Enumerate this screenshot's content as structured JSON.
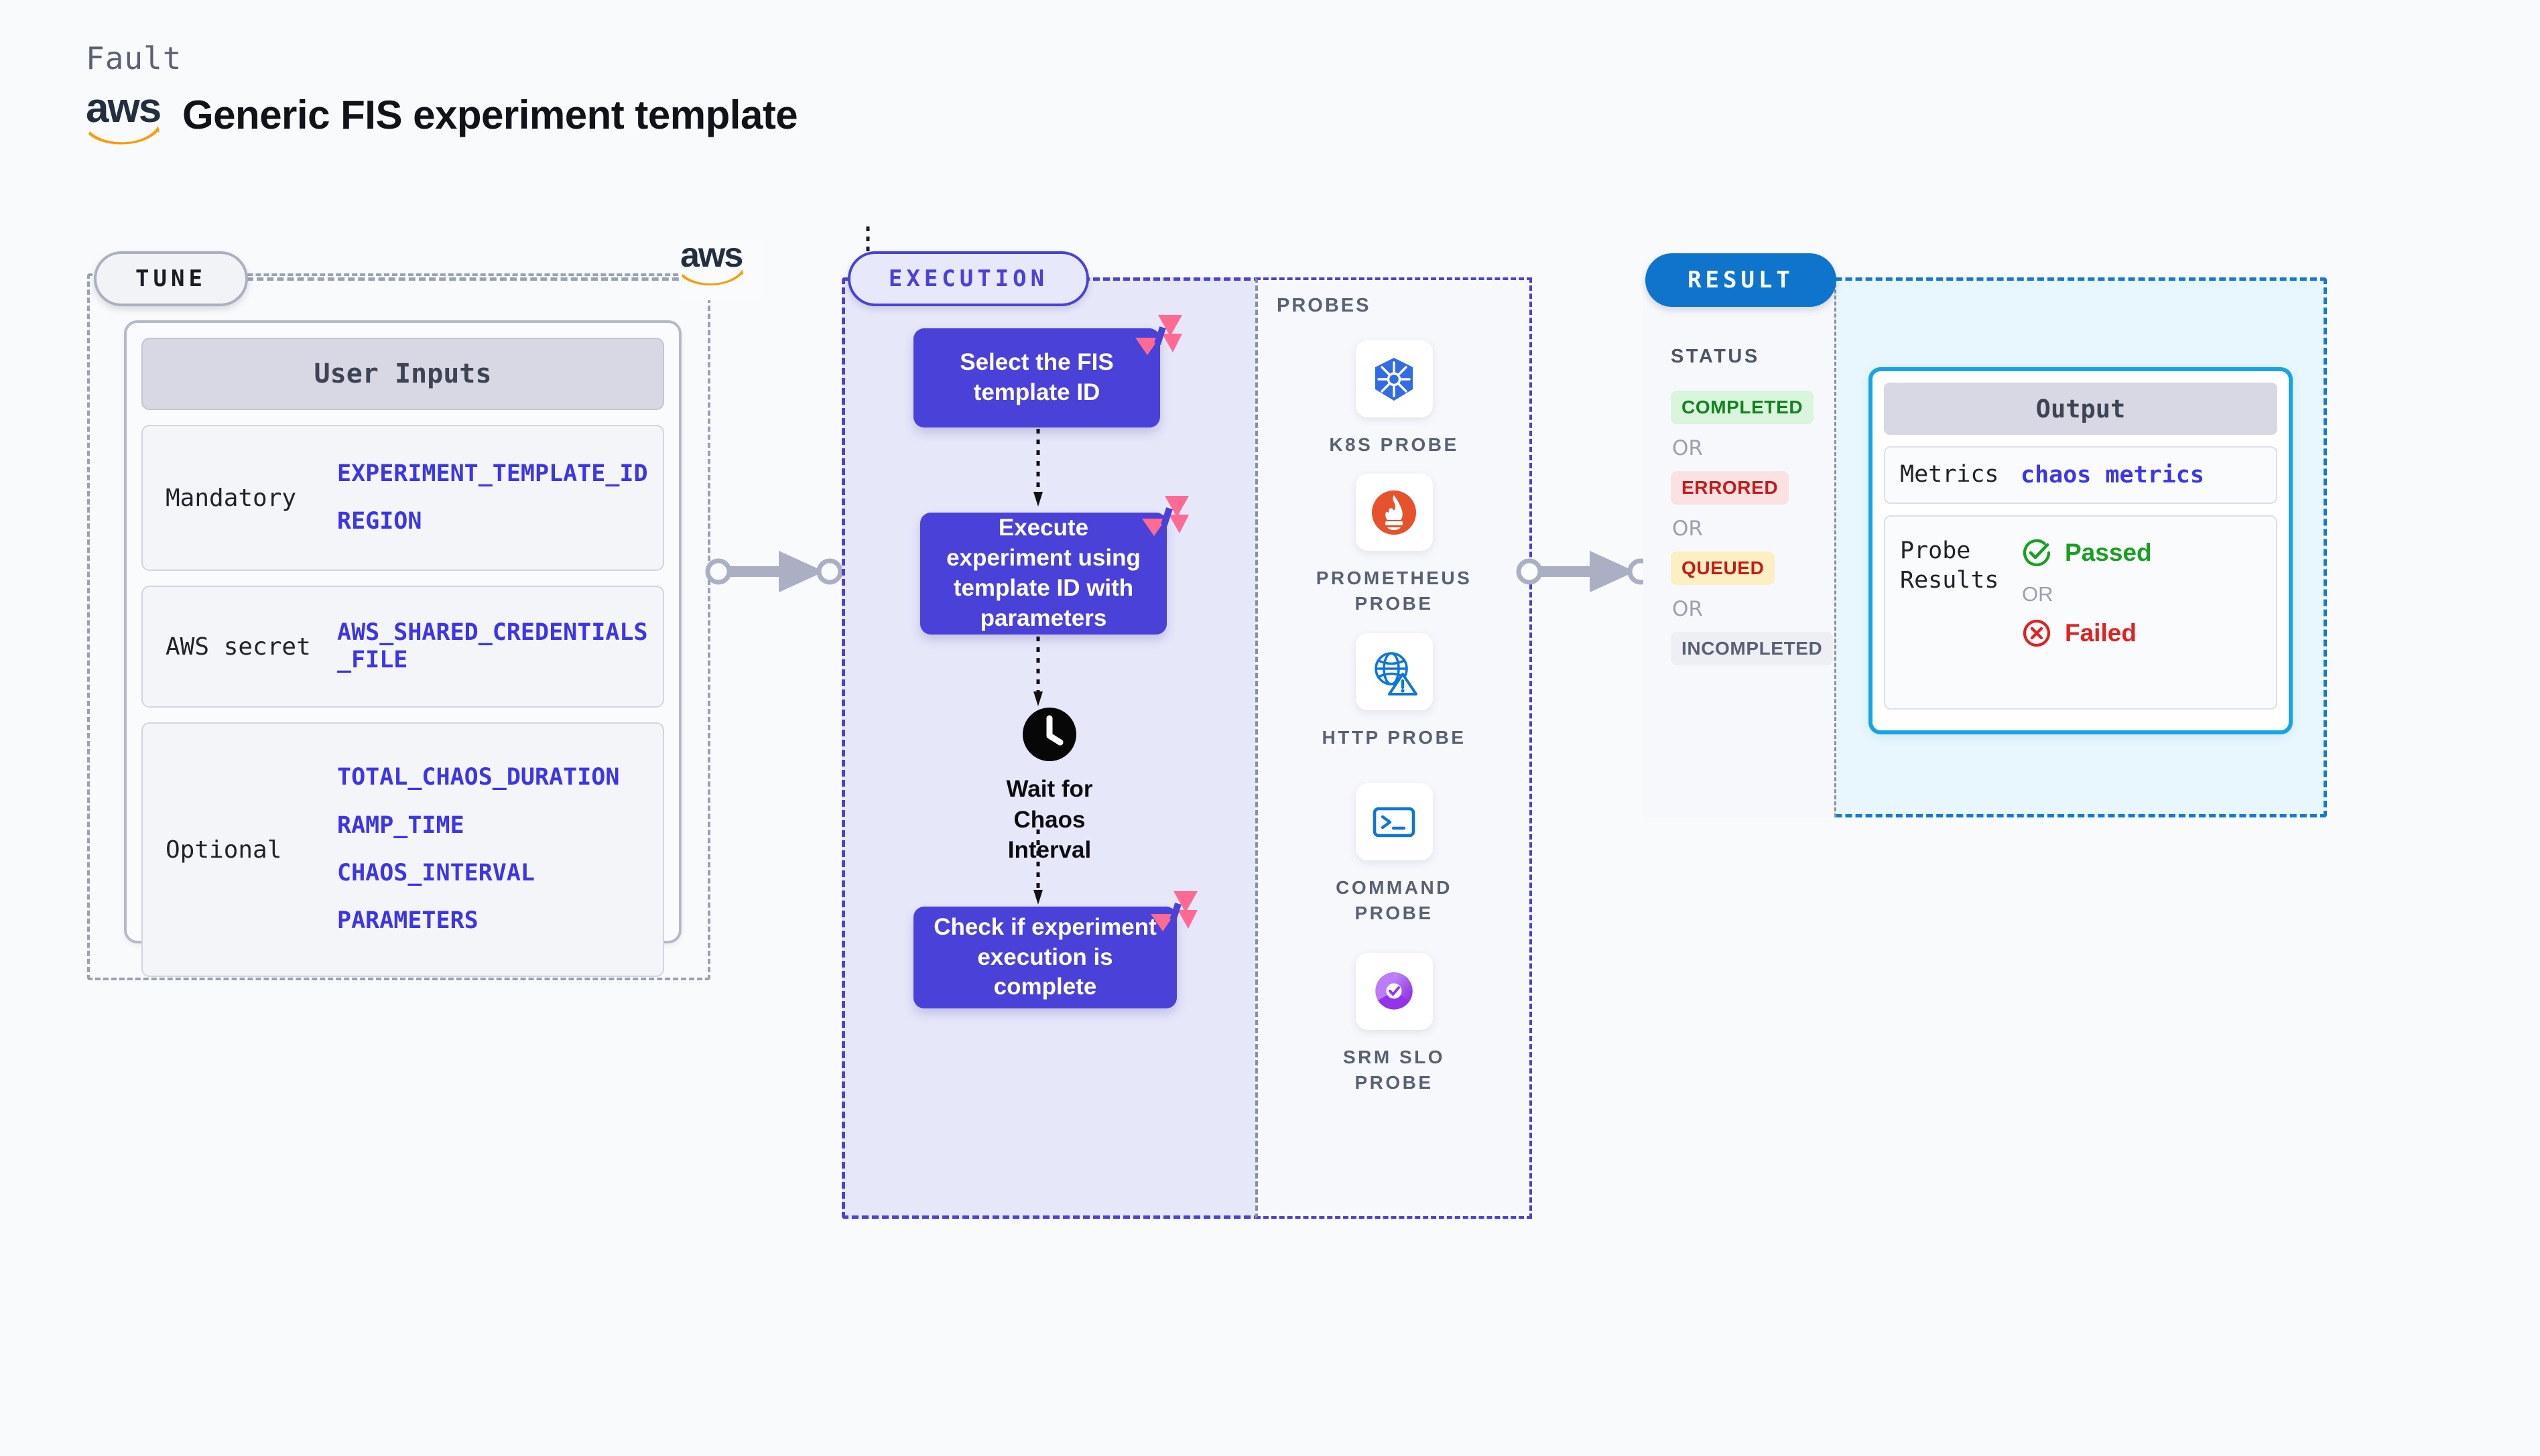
{
  "header": {
    "kicker": "Fault",
    "brand": "aws",
    "title": "Generic FIS experiment template"
  },
  "tune": {
    "pill_label": "TUNE",
    "aws_brand": "aws",
    "card_header": "User Inputs",
    "groups": [
      {
        "label": "Mandatory",
        "values": [
          "EXPERIMENT_TEMPLATE_ID",
          "REGION"
        ]
      },
      {
        "label": "AWS secret",
        "values": [
          "AWS_SHARED_CREDENTIALS\n_FILE"
        ]
      },
      {
        "label": "Optional",
        "values": [
          "TOTAL_CHAOS_DURATION",
          "RAMP_TIME",
          "CHAOS_INTERVAL",
          "PARAMETERS"
        ]
      }
    ]
  },
  "execution": {
    "pill_label": "EXECUTION",
    "nodes": [
      {
        "text": "Select the FIS template ID",
        "badge": "litmus-icon"
      },
      {
        "text": "Execute experiment using template ID with parameters",
        "badge": "litmus-icon"
      },
      {
        "text": "Check if experiment execution is complete",
        "badge": "litmus-icon"
      }
    ],
    "wait_step": {
      "icon": "clock-icon",
      "label": "Wait for Chaos Interval"
    }
  },
  "probes": {
    "title": "PROBES",
    "items": [
      {
        "label": "K8S PROBE",
        "icon": "kubernetes-icon"
      },
      {
        "label": "PROMETHEUS PROBE",
        "icon": "prometheus-icon"
      },
      {
        "label": "HTTP PROBE",
        "icon": "globe-warning-icon"
      },
      {
        "label": "COMMAND PROBE",
        "icon": "terminal-icon"
      },
      {
        "label": "SRM SLO PROBE",
        "icon": "srm-slo-icon"
      }
    ]
  },
  "result": {
    "pill_label": "RESULT",
    "status_title": "STATUS",
    "or_label": "OR",
    "statuses": [
      {
        "label": "COMPLETED",
        "style": "completed"
      },
      {
        "label": "ERRORED",
        "style": "errored"
      },
      {
        "label": "QUEUED",
        "style": "queued"
      },
      {
        "label": "INCOMPLETED",
        "style": "incomplete"
      }
    ],
    "output": {
      "header": "Output",
      "metrics_label": "Metrics",
      "metrics_value": "chaos metrics",
      "probe_label": "Probe Results",
      "or_label": "OR",
      "passed_label": "Passed",
      "failed_label": "Failed",
      "passed_icon": "check-circle-icon",
      "failed_icon": "x-circle-icon"
    }
  },
  "colors": {
    "accent_purple": "#4A41D8",
    "accent_blue": "#0F74CC",
    "output_border": "#14A5E5",
    "aws_orange": "#F90",
    "litmus_pink": "#FF6A92",
    "pass_green": "#18A020",
    "fail_red": "#E02121",
    "canvas_bg": "#F9FAFC"
  }
}
